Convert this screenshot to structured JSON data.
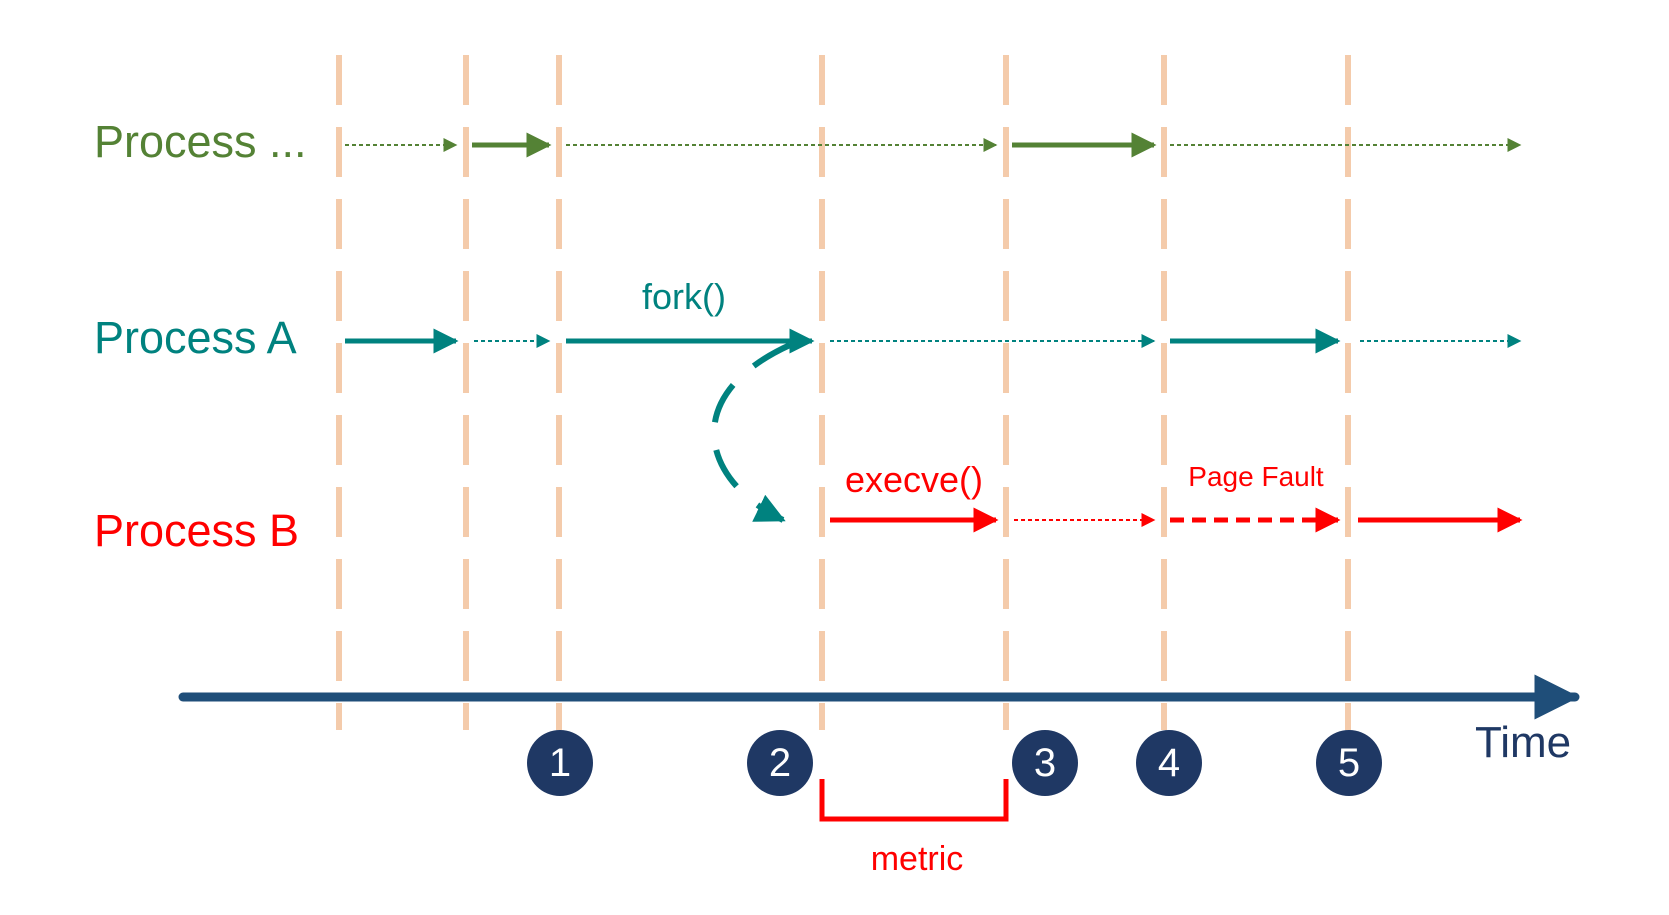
{
  "colors": {
    "process_other": "#548235",
    "process_a": "#00827f",
    "process_b": "#ff0000",
    "guide": "#f4cbab",
    "time_axis": "#1f4e79",
    "marker_fill": "#1f3864"
  },
  "processes": {
    "other": {
      "label": "Process ..."
    },
    "a": {
      "label": "Process A"
    },
    "b": {
      "label": "Process B"
    }
  },
  "annotations": {
    "fork": "fork()",
    "execve": "execve()",
    "page_fault": "Page Fault",
    "metric": "metric"
  },
  "markers": [
    "1",
    "2",
    "3",
    "4",
    "5"
  ],
  "time_axis": {
    "label": "Time",
    "arrow-icon": "arrow-right-icon"
  }
}
